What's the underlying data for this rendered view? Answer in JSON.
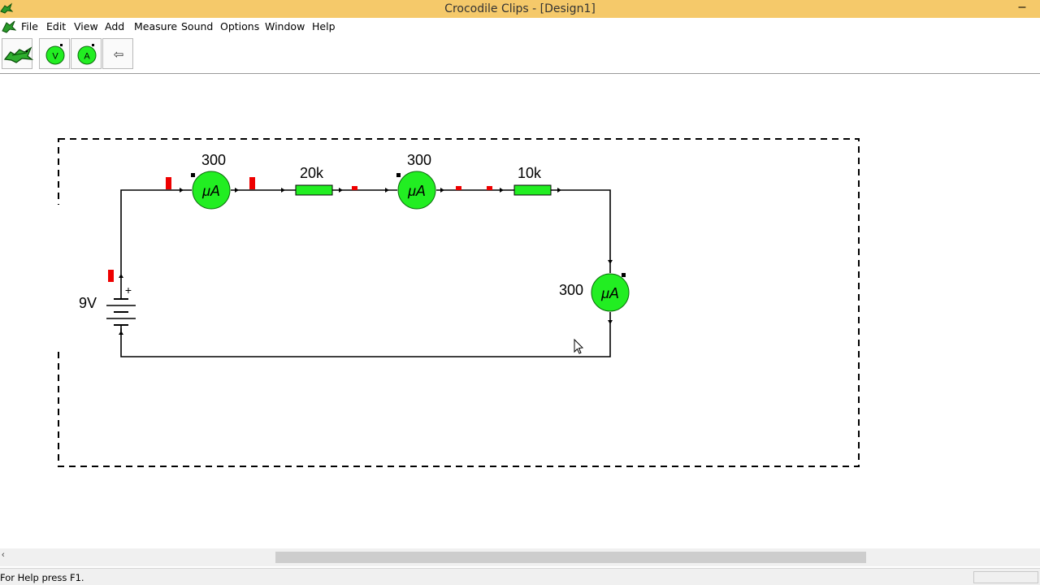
{
  "window": {
    "title": "Crocodile Clips - [Design1]",
    "minimize_glyph": "–",
    "app_icon": "crocodile-icon"
  },
  "menubar": {
    "items": [
      "File",
      "Edit",
      "View",
      "Add",
      "Measure",
      "Sound",
      "Options",
      "Window",
      "Help"
    ]
  },
  "toolbar": {
    "buttons": [
      {
        "icon": "crocodile-logo-icon"
      },
      {
        "icon": "voltmeter-icon",
        "glyph": "V"
      },
      {
        "icon": "ammeter-icon",
        "glyph": "A"
      },
      {
        "icon": "back-arrow-icon",
        "glyph": "⇦"
      }
    ]
  },
  "circuit": {
    "battery": {
      "label": "9V",
      "plus": "+"
    },
    "ammeters": [
      {
        "reading": "300",
        "unit": "μA"
      },
      {
        "reading": "300",
        "unit": "μA"
      },
      {
        "reading": "300",
        "unit": "μA"
      }
    ],
    "resistors": [
      {
        "label": "20k"
      },
      {
        "label": "10k"
      }
    ],
    "colors": {
      "meter_fill": "#22ee22",
      "resistor_fill": "#22ee22",
      "marker": "#ee0000",
      "wire": "#000000"
    }
  },
  "status": {
    "text": "For Help press F1."
  }
}
